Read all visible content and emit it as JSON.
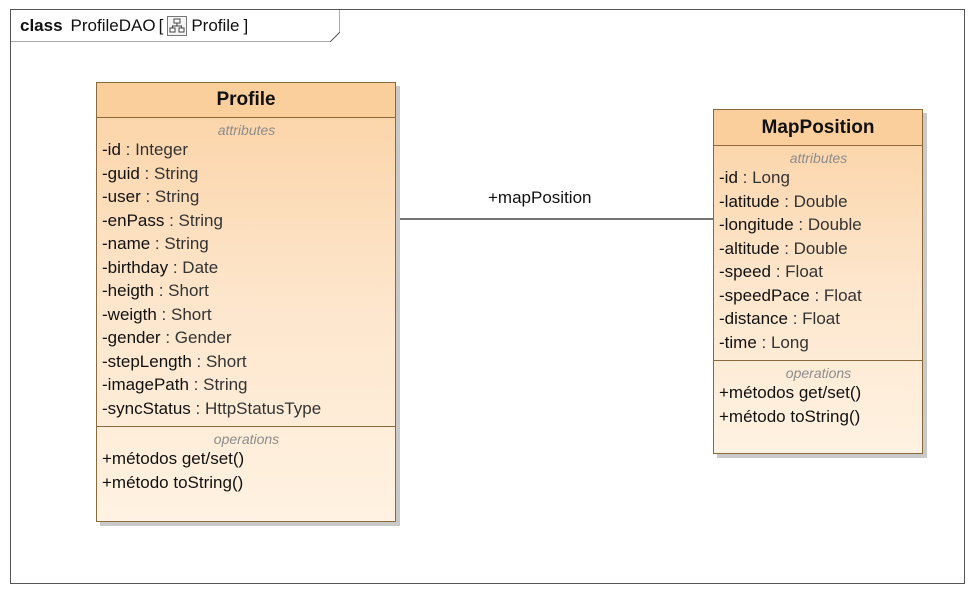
{
  "frame": {
    "keyword": "class",
    "name": "ProfileDAO",
    "bracket_open": "[",
    "context": "Profile",
    "bracket_close": "]",
    "icon": "class-diagram-icon"
  },
  "classes": [
    {
      "name": "Profile",
      "attributes_title": "attributes",
      "attributes": [
        {
          "name": "-id",
          "type": " : Integer"
        },
        {
          "name": "-guid",
          "type": " : String"
        },
        {
          "name": "-user",
          "type": " : String"
        },
        {
          "name": "-enPass",
          "type": " : String"
        },
        {
          "name": "-name",
          "type": " : String"
        },
        {
          "name": "-birthday",
          "type": " : Date"
        },
        {
          "name": "-heigth",
          "type": " : Short"
        },
        {
          "name": "-weigth",
          "type": " : Short"
        },
        {
          "name": "-gender",
          "type": " : Gender"
        },
        {
          "name": "-stepLength",
          "type": " : Short"
        },
        {
          "name": "-imagePath",
          "type": " : String"
        },
        {
          "name": "-syncStatus",
          "type": " : HttpStatusType"
        }
      ],
      "operations_title": "operations",
      "operations": [
        "+métodos get/set()",
        "+método toString()"
      ]
    },
    {
      "name": "MapPosition",
      "attributes_title": "attributes",
      "attributes": [
        {
          "name": "-id",
          "type": " : Long"
        },
        {
          "name": "-latitude",
          "type": " : Double"
        },
        {
          "name": "-longitude",
          "type": " : Double"
        },
        {
          "name": "-altitude",
          "type": " : Double"
        },
        {
          "name": "-speed",
          "type": " : Float"
        },
        {
          "name": "-speedPace",
          "type": " : Float"
        },
        {
          "name": "-distance",
          "type": " : Float"
        },
        {
          "name": "-time",
          "type": " : Long"
        }
      ],
      "operations_title": "operations",
      "operations": [
        "+métodos get/set()",
        "+método toString()"
      ]
    }
  ],
  "association": {
    "role": "+mapPosition",
    "from": "Profile",
    "to": "MapPosition"
  },
  "colors": {
    "class_fill_top": "#fbd2a4",
    "class_fill_bottom": "#fff2e2",
    "class_border": "#8a6a3a",
    "compartment_title": "#8c8c8c"
  }
}
